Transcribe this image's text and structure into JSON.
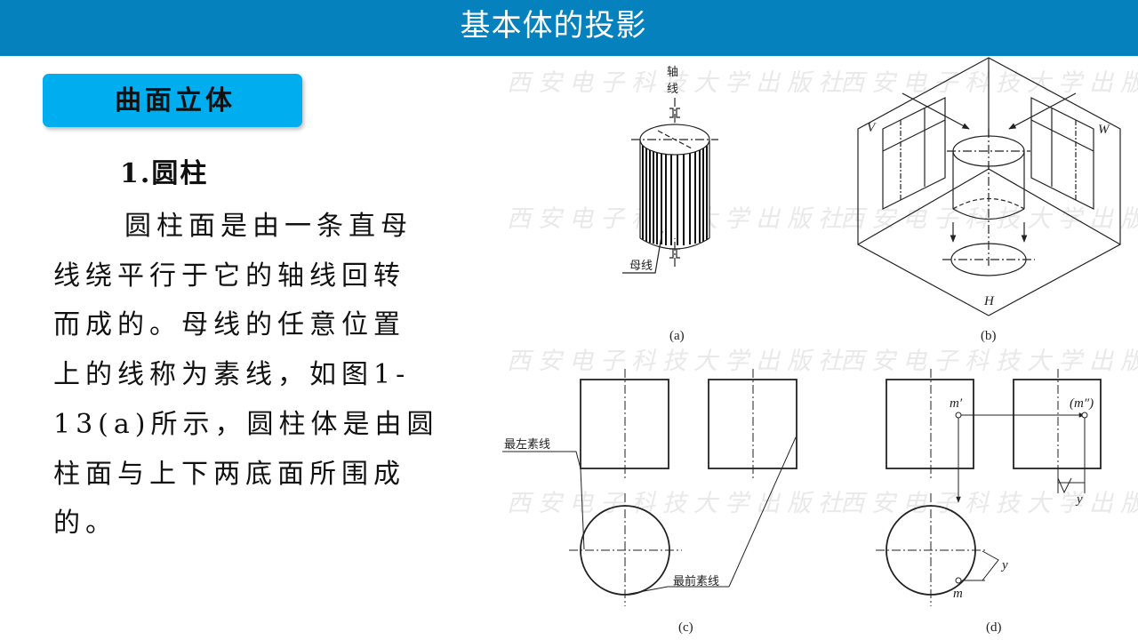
{
  "header": {
    "title": "基本体的投影"
  },
  "section": {
    "tag": "曲面立体"
  },
  "content": {
    "subheading": "1.圆柱",
    "lines": [
      "圆柱面是由一条直母",
      "线绕平行于它的轴线回转",
      "而成的。母线的任意位置",
      "上的线称为素线，如图1-",
      "13(a)所示，圆柱体是由圆",
      "柱面与上下两底面所围成",
      "的。"
    ]
  },
  "figure": {
    "watermark": "西安电子科技大学出版社",
    "panel_a": {
      "axis_label_1": "轴",
      "axis_label_2": "线",
      "generatrix_label": "母线",
      "caption": "(a)"
    },
    "panel_b": {
      "plane_v": "V",
      "plane_w": "W",
      "plane_h": "H",
      "caption": "(b)"
    },
    "panel_c": {
      "leftmost_label": "最左素线",
      "frontmost_label": "最前素线",
      "caption": "(c)"
    },
    "panel_d": {
      "point_front": "m′",
      "point_side": "(m″)",
      "point_top": "m",
      "dim_y": "y",
      "caption": "(d)"
    }
  }
}
